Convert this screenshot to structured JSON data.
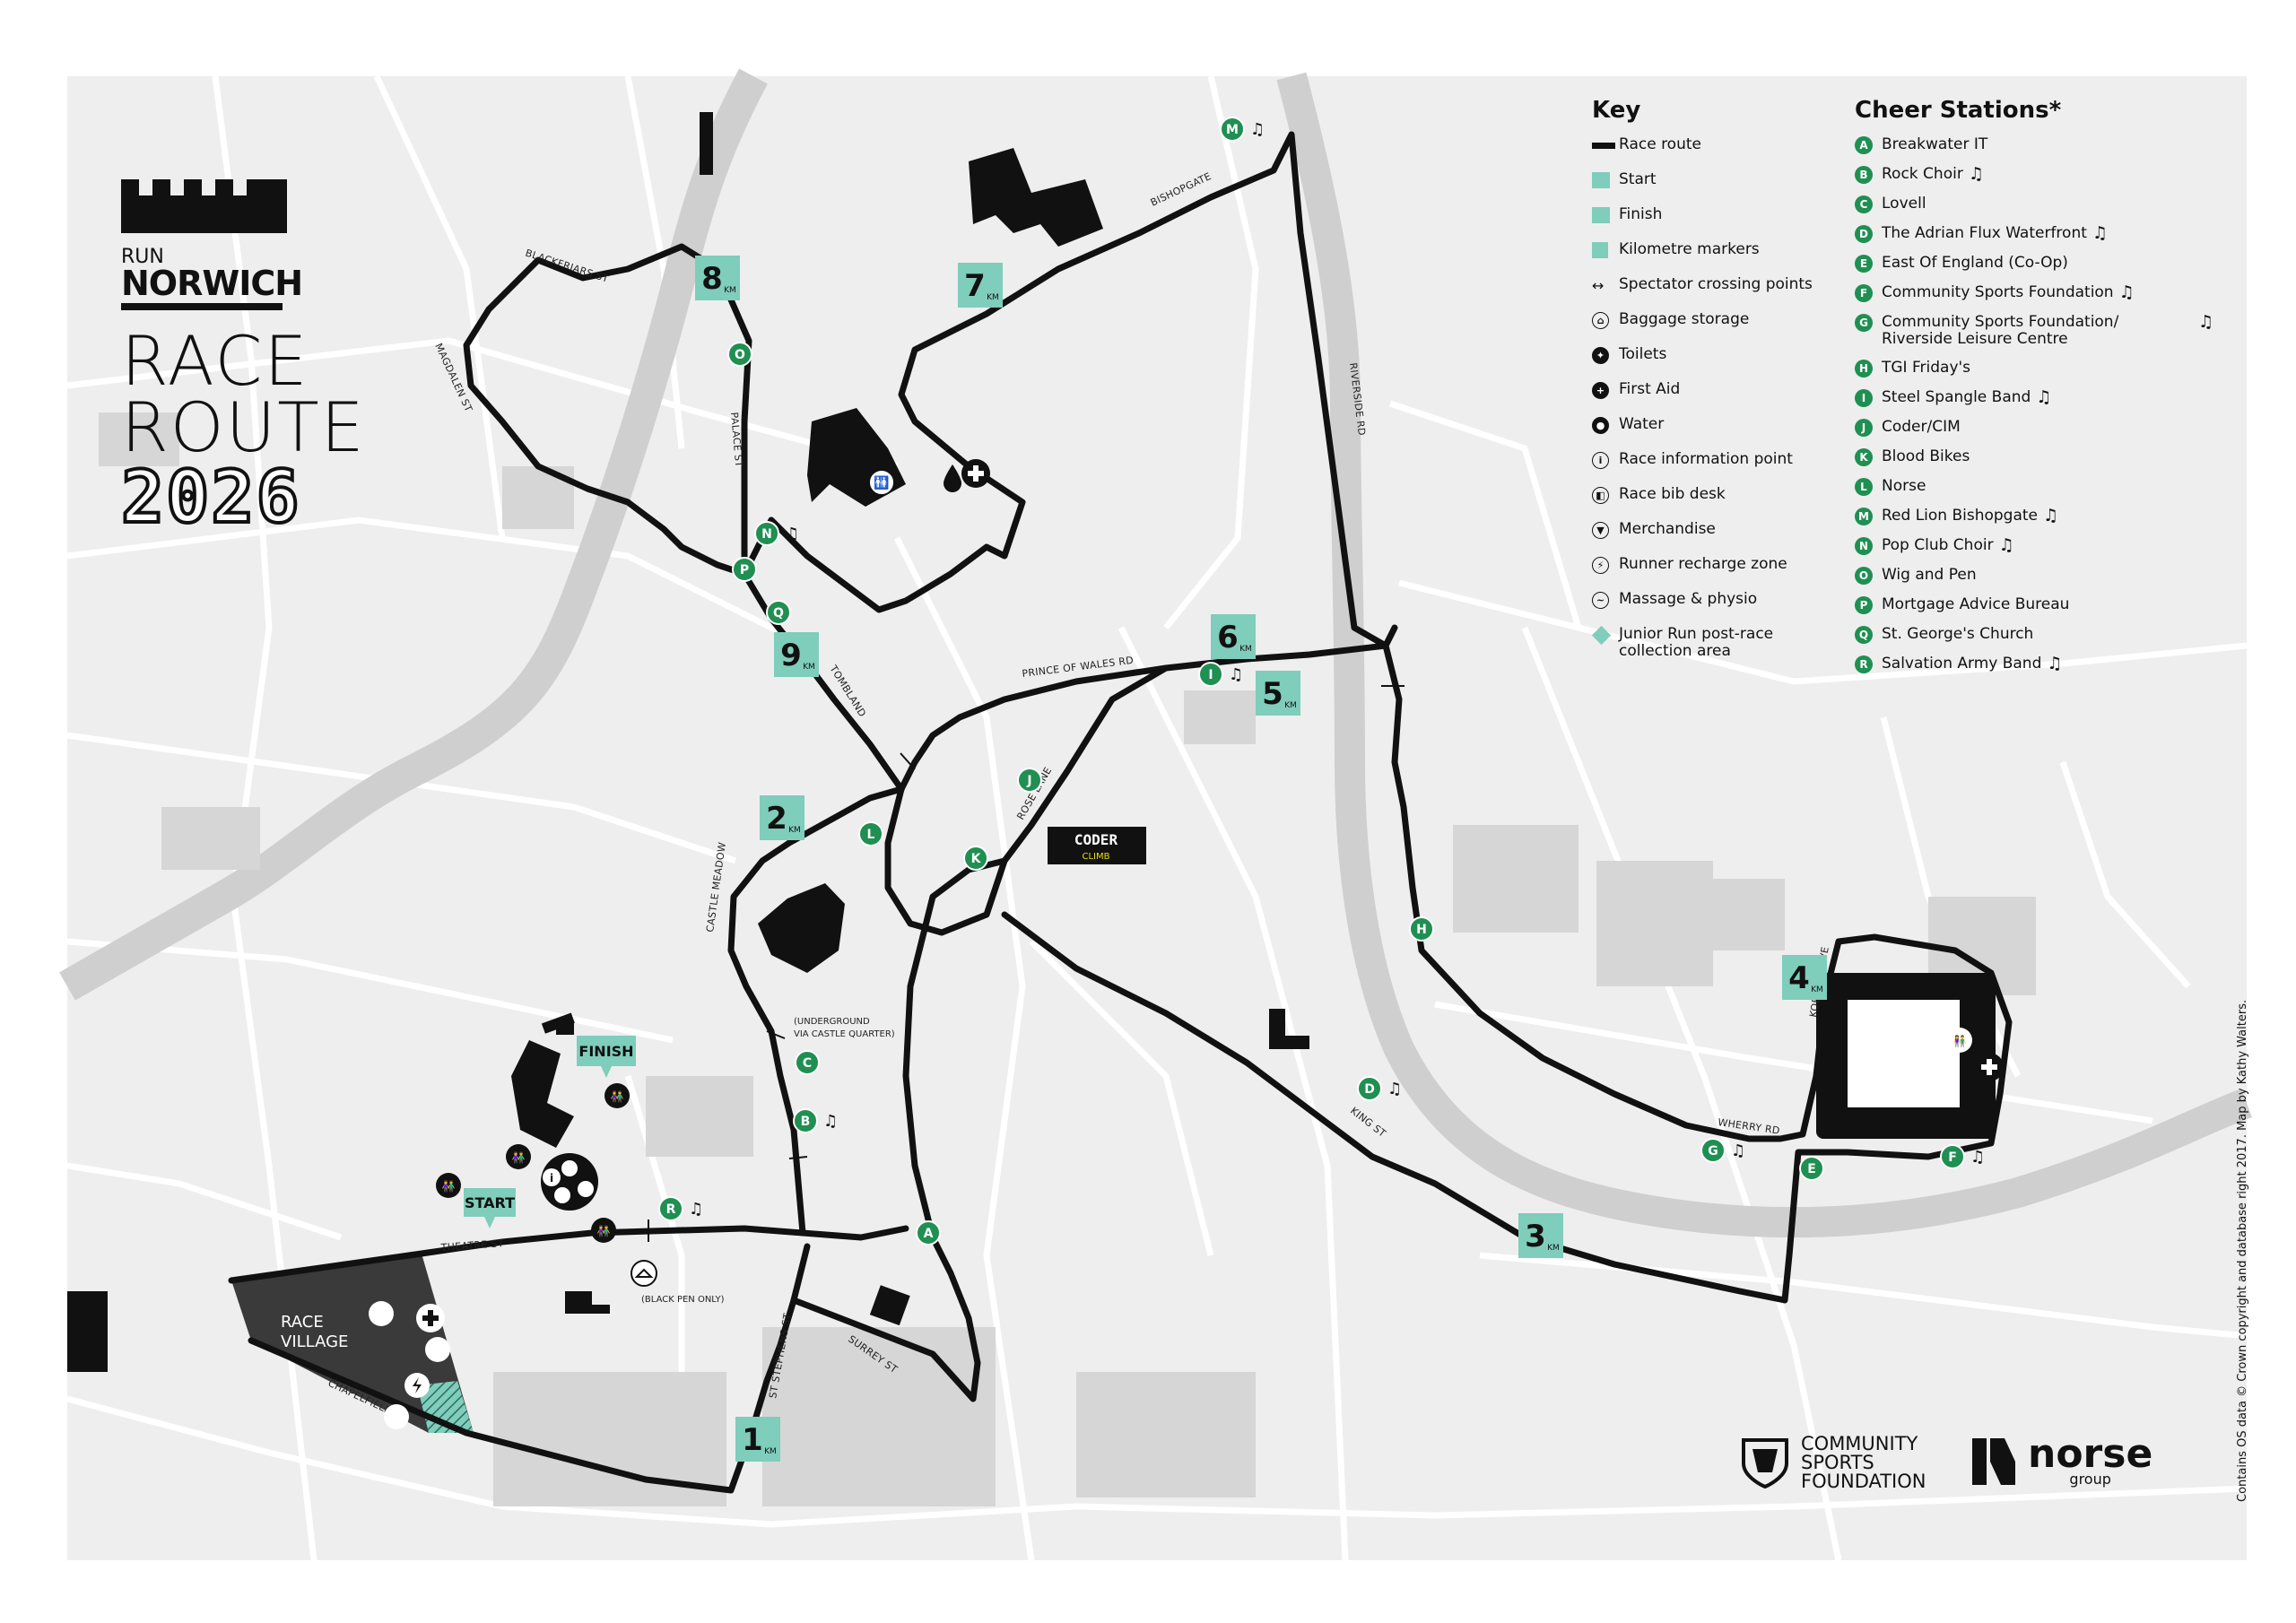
{
  "title": {
    "logo_run": "RUN",
    "logo_norwich": "NORWICH",
    "line1": "RACE",
    "line2": "ROUTE",
    "year": "2026"
  },
  "key": {
    "heading": "Key",
    "items": [
      {
        "label": "Race route",
        "symbol": "route"
      },
      {
        "label": "Start",
        "symbol": "start-tag"
      },
      {
        "label": "Finish",
        "symbol": "finish-tag"
      },
      {
        "label": "Kilometre markers",
        "symbol": "km-marker"
      },
      {
        "label": "Spectator crossing points",
        "symbol": "double-arrow"
      },
      {
        "label": "Baggage storage",
        "symbol": "hanger-icon"
      },
      {
        "label": "Toilets",
        "symbol": "toilets-icon"
      },
      {
        "label": "First Aid",
        "symbol": "first-aid-icon"
      },
      {
        "label": "Water",
        "symbol": "water-drop-icon"
      },
      {
        "label": "Race information point",
        "symbol": "info-icon"
      },
      {
        "label": "Race bib desk",
        "symbol": "bib-icon"
      },
      {
        "label": "Merchandise",
        "symbol": "tshirt-icon"
      },
      {
        "label": "Runner recharge zone",
        "symbol": "lightning-icon"
      },
      {
        "label": "Massage & physio",
        "symbol": "massage-icon"
      },
      {
        "label": "Junior Run post-race collection area",
        "symbol": "diamond-hatch"
      }
    ]
  },
  "cheer": {
    "heading": "Cheer Stations*",
    "stations": [
      {
        "letter": "A",
        "name": "Breakwater IT",
        "music": false
      },
      {
        "letter": "B",
        "name": "Rock Choir",
        "music": true
      },
      {
        "letter": "C",
        "name": "Lovell",
        "music": false
      },
      {
        "letter": "D",
        "name": "The Adrian Flux Waterfront",
        "music": true
      },
      {
        "letter": "E",
        "name": "East Of England (Co-Op)",
        "music": false
      },
      {
        "letter": "F",
        "name": "Community Sports Foundation",
        "music": true
      },
      {
        "letter": "G",
        "name": "Community Sports Foundation/ Riverside Leisure Centre",
        "music": true
      },
      {
        "letter": "H",
        "name": "TGI Friday's",
        "music": false
      },
      {
        "letter": "I",
        "name": "Steel Spangle Band",
        "music": true
      },
      {
        "letter": "J",
        "name": "Coder/CIM",
        "music": false
      },
      {
        "letter": "K",
        "name": "Blood Bikes",
        "music": false
      },
      {
        "letter": "L",
        "name": "Norse",
        "music": false
      },
      {
        "letter": "M",
        "name": "Red Lion Bishopgate",
        "music": true
      },
      {
        "letter": "N",
        "name": "Pop Club Choir",
        "music": true
      },
      {
        "letter": "O",
        "name": "Wig and Pen",
        "music": false
      },
      {
        "letter": "P",
        "name": "Mortgage Advice Bureau",
        "music": false
      },
      {
        "letter": "Q",
        "name": "St. George's Church",
        "music": false
      },
      {
        "letter": "R",
        "name": "Salvation Army Band",
        "music": true
      }
    ],
    "music_glyph": "♫"
  },
  "map": {
    "streets": {
      "blackfriars": "BLACKFRIARS ST",
      "magdalen": "MAGDALEN ST",
      "palace": "PALACE ST",
      "bishopgate": "BISHOPGATE",
      "riverside": "RIVERSIDE RD",
      "prince_of_wales": "PRINCE OF WALES RD",
      "tombland": "TOMBLAND",
      "rose_lane": "ROSE LANE",
      "castle_meadow": "CASTLE MEADOW",
      "king": "KING ST",
      "koblenz": "KOBLENZ AVE",
      "wherry": "WHERRY RD",
      "theatre": "THEATRE ST",
      "chapelfield": "CHAPELFIELD RD",
      "st_stephens": "ST STEPHENS ST",
      "surrey": "SURREY ST"
    },
    "notes": {
      "underground_1": "(UNDERGROUND",
      "underground_2": "VIA CASTLE QUARTER)",
      "black_pen": "(BLACK PEN ONLY)"
    },
    "tags": {
      "start": "START",
      "finish": "FINISH"
    },
    "race_village": {
      "line1": "RACE",
      "line2": "VILLAGE"
    },
    "coder": {
      "line1": "CODER",
      "line2": "CLIMB"
    },
    "km_unit": "KM",
    "km_markers": [
      "1",
      "2",
      "3",
      "4",
      "5",
      "6",
      "7",
      "8",
      "9"
    ],
    "route_color": "#111111",
    "accent_color": "#7fcdbb",
    "cheer_color": "#1f8f52"
  },
  "sponsors": {
    "csf": "COMMUNITY SPORTS FOUNDATION",
    "norse": "norse",
    "norse_sub": "group"
  },
  "copyright": "Contains OS data © Crown copyright and database right 2017. Map by Kathy Walters."
}
